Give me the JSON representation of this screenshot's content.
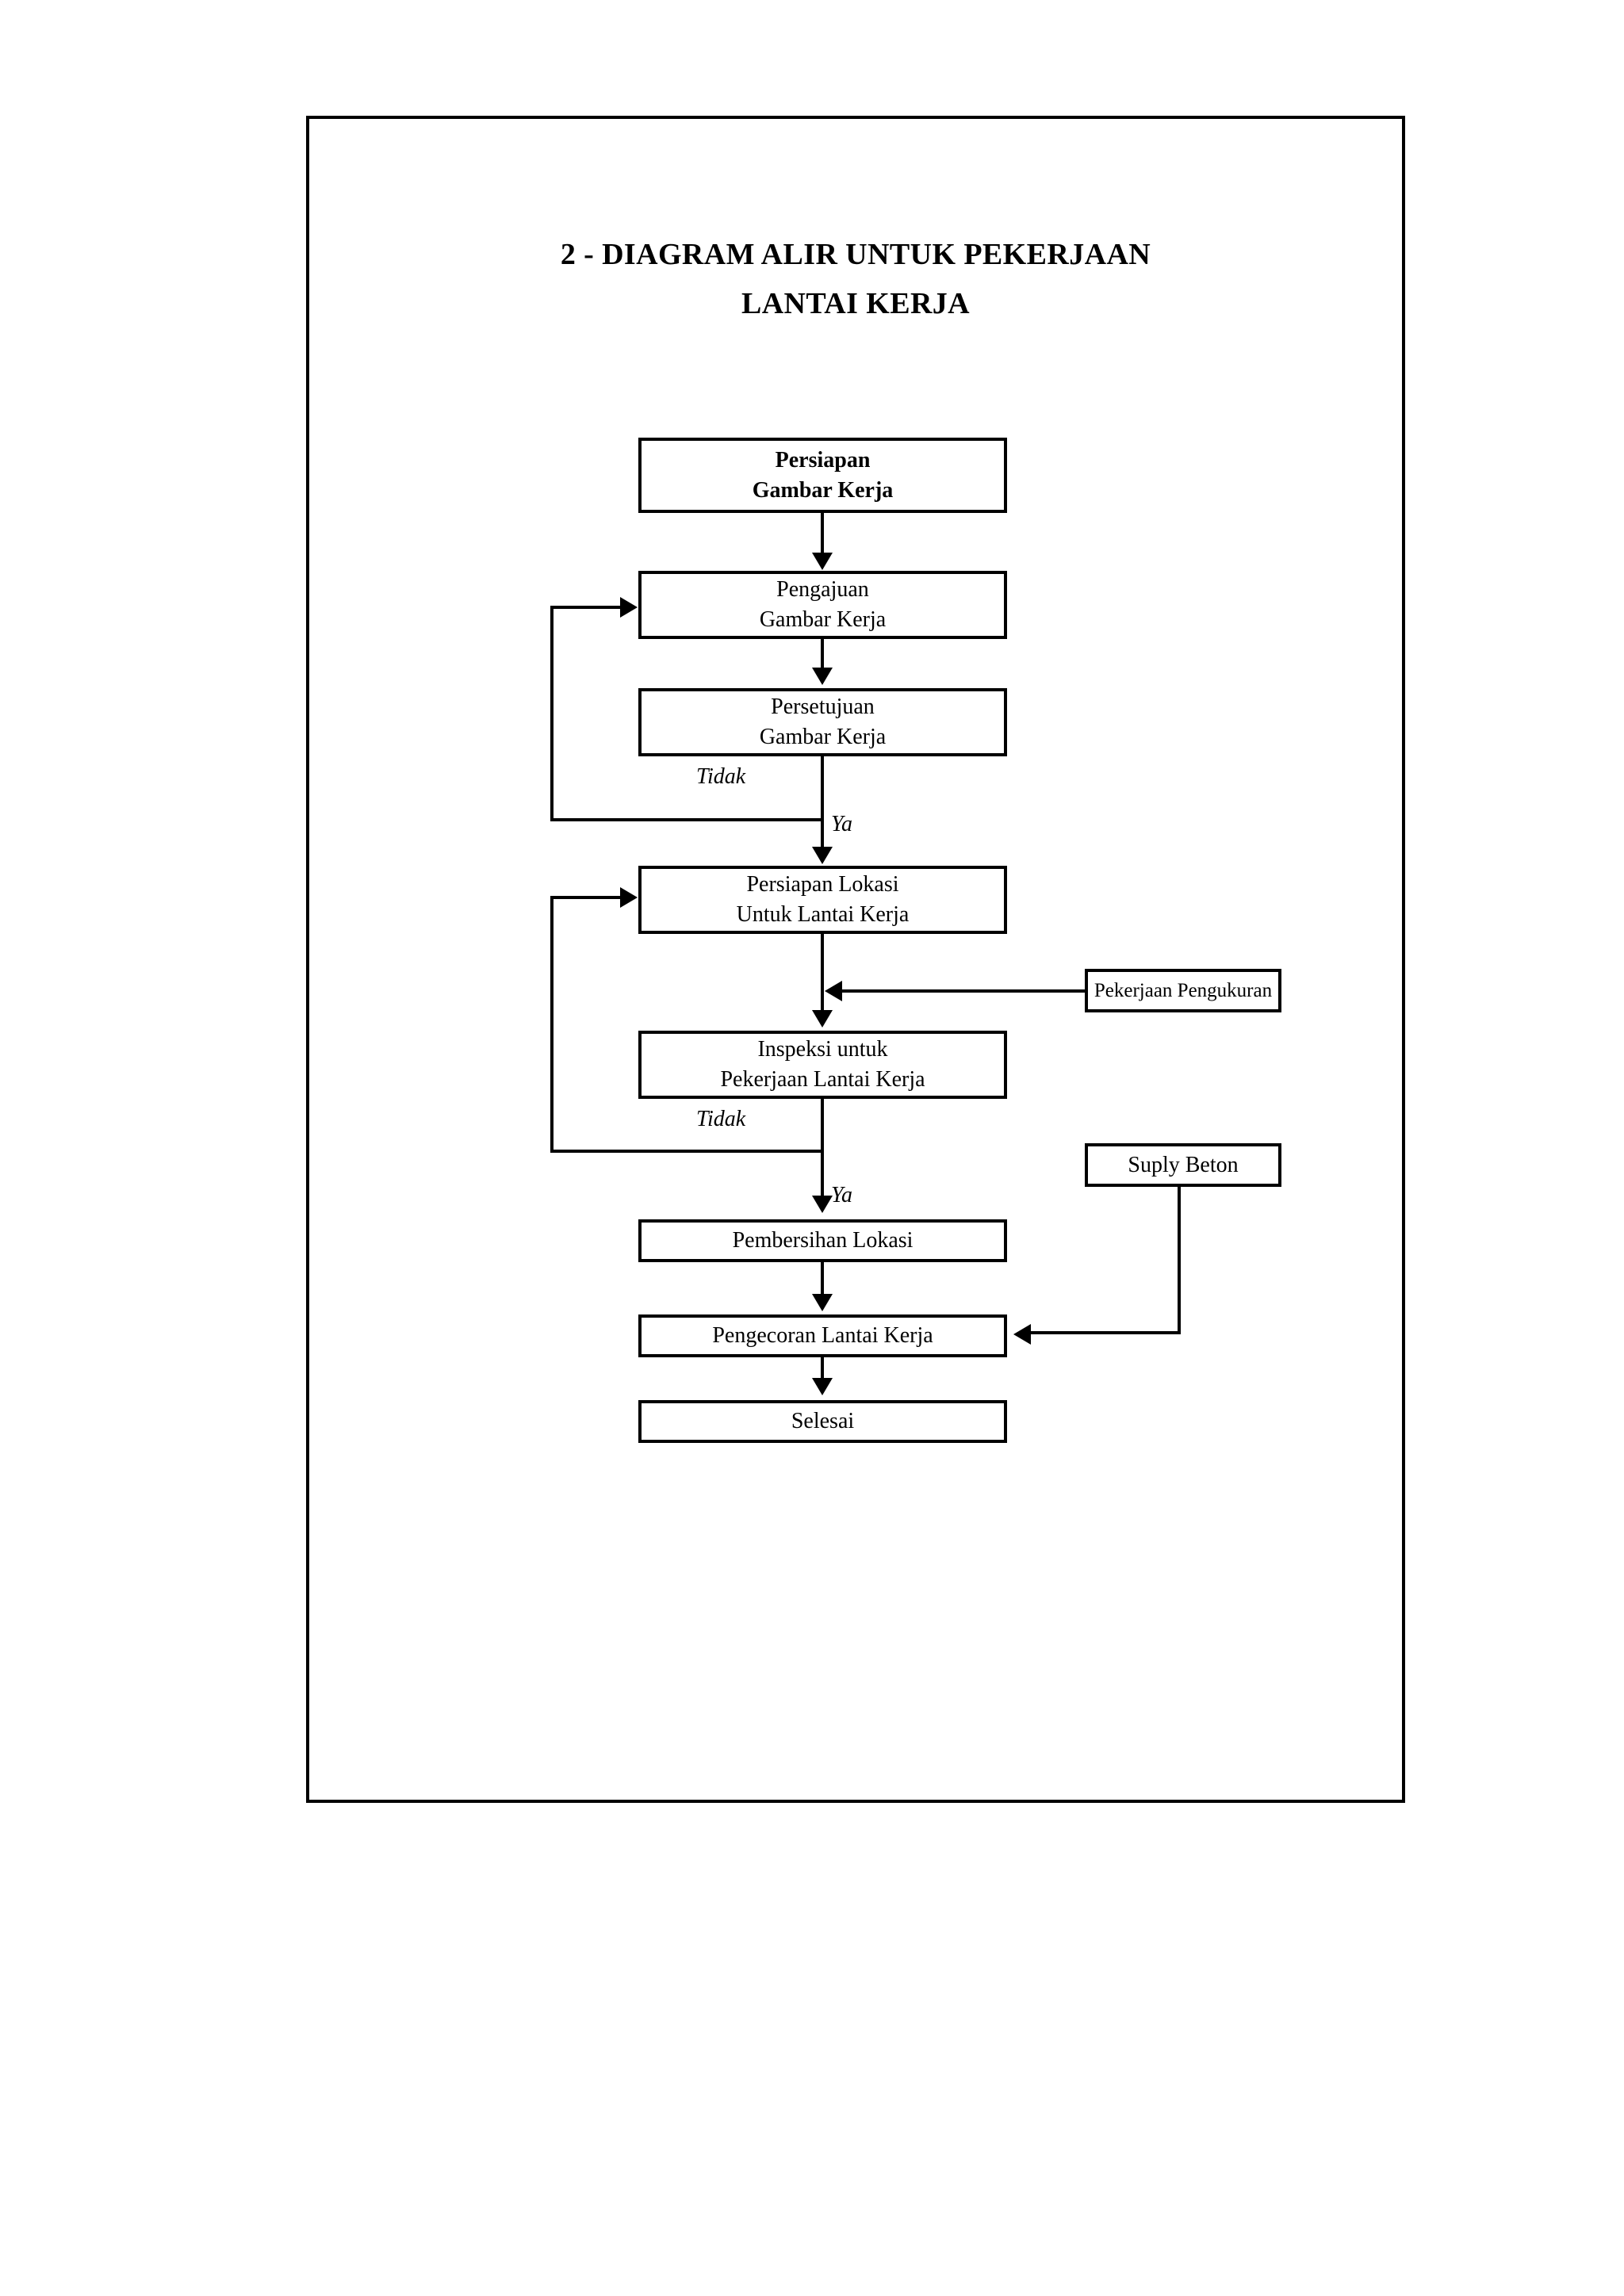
{
  "document": {
    "title_lines": [
      "2 - DIAGRAM ALIR UNTUK PEKERJAAN",
      "LANTAI KERJA"
    ],
    "border_color": "#000000",
    "background_color": "#ffffff",
    "text_color": "#000000"
  },
  "chart_data": {
    "type": "diagram",
    "diagram_kind": "flowchart",
    "title": "2 - DIAGRAM ALIR UNTUK PEKERJAAN LANTAI KERJA",
    "orientation": "top-to-bottom",
    "nodes": [
      {
        "id": "n1",
        "lines": [
          "Persiapan",
          "Gambar Kerja"
        ],
        "bold": true,
        "shape": "rectangle"
      },
      {
        "id": "n2",
        "lines": [
          "Pengajuan",
          "Gambar Kerja"
        ],
        "bold": false,
        "shape": "rectangle"
      },
      {
        "id": "n3",
        "lines": [
          "Persetujuan",
          "Gambar Kerja"
        ],
        "bold": false,
        "shape": "decision-rectangle"
      },
      {
        "id": "n4",
        "lines": [
          "Persiapan Lokasi",
          "Untuk Lantai Kerja"
        ],
        "bold": false,
        "shape": "rectangle"
      },
      {
        "id": "n5",
        "lines": [
          "Inspeksi untuk",
          "Pekerjaan Lantai Kerja"
        ],
        "bold": false,
        "shape": "decision-rectangle"
      },
      {
        "id": "n6",
        "lines": [
          "Pembersihan Lokasi"
        ],
        "bold": false,
        "shape": "rectangle"
      },
      {
        "id": "n7",
        "lines": [
          "Pengecoran Lantai Kerja"
        ],
        "bold": false,
        "shape": "rectangle"
      },
      {
        "id": "n8",
        "lines": [
          "Selesai"
        ],
        "bold": false,
        "shape": "rectangle"
      },
      {
        "id": "s1",
        "lines": [
          "Pekerjaan Pengukuran"
        ],
        "bold": false,
        "shape": "rectangle"
      },
      {
        "id": "s2",
        "lines": [
          "Suply Beton"
        ],
        "bold": false,
        "shape": "rectangle"
      }
    ],
    "edges": [
      {
        "from": "n1",
        "to": "n2",
        "label": ""
      },
      {
        "from": "n2",
        "to": "n3",
        "label": ""
      },
      {
        "from": "n3",
        "to": "n2",
        "label": "Tidak"
      },
      {
        "from": "n3",
        "to": "n4",
        "label": "Ya"
      },
      {
        "from": "n4",
        "to": "n5",
        "label": ""
      },
      {
        "from": "n5",
        "to": "n4",
        "label": "Tidak"
      },
      {
        "from": "n5",
        "to": "n6",
        "label": "Ya"
      },
      {
        "from": "n6",
        "to": "n7",
        "label": ""
      },
      {
        "from": "n7",
        "to": "n8",
        "label": ""
      },
      {
        "from": "s1",
        "to": "n4_n5_link",
        "label": ""
      },
      {
        "from": "s2",
        "to": "n7",
        "label": ""
      }
    ],
    "labels": {
      "tidak_1": "Tidak",
      "ya_1": "Ya",
      "tidak_2": "Tidak",
      "ya_2": "Ya"
    }
  }
}
